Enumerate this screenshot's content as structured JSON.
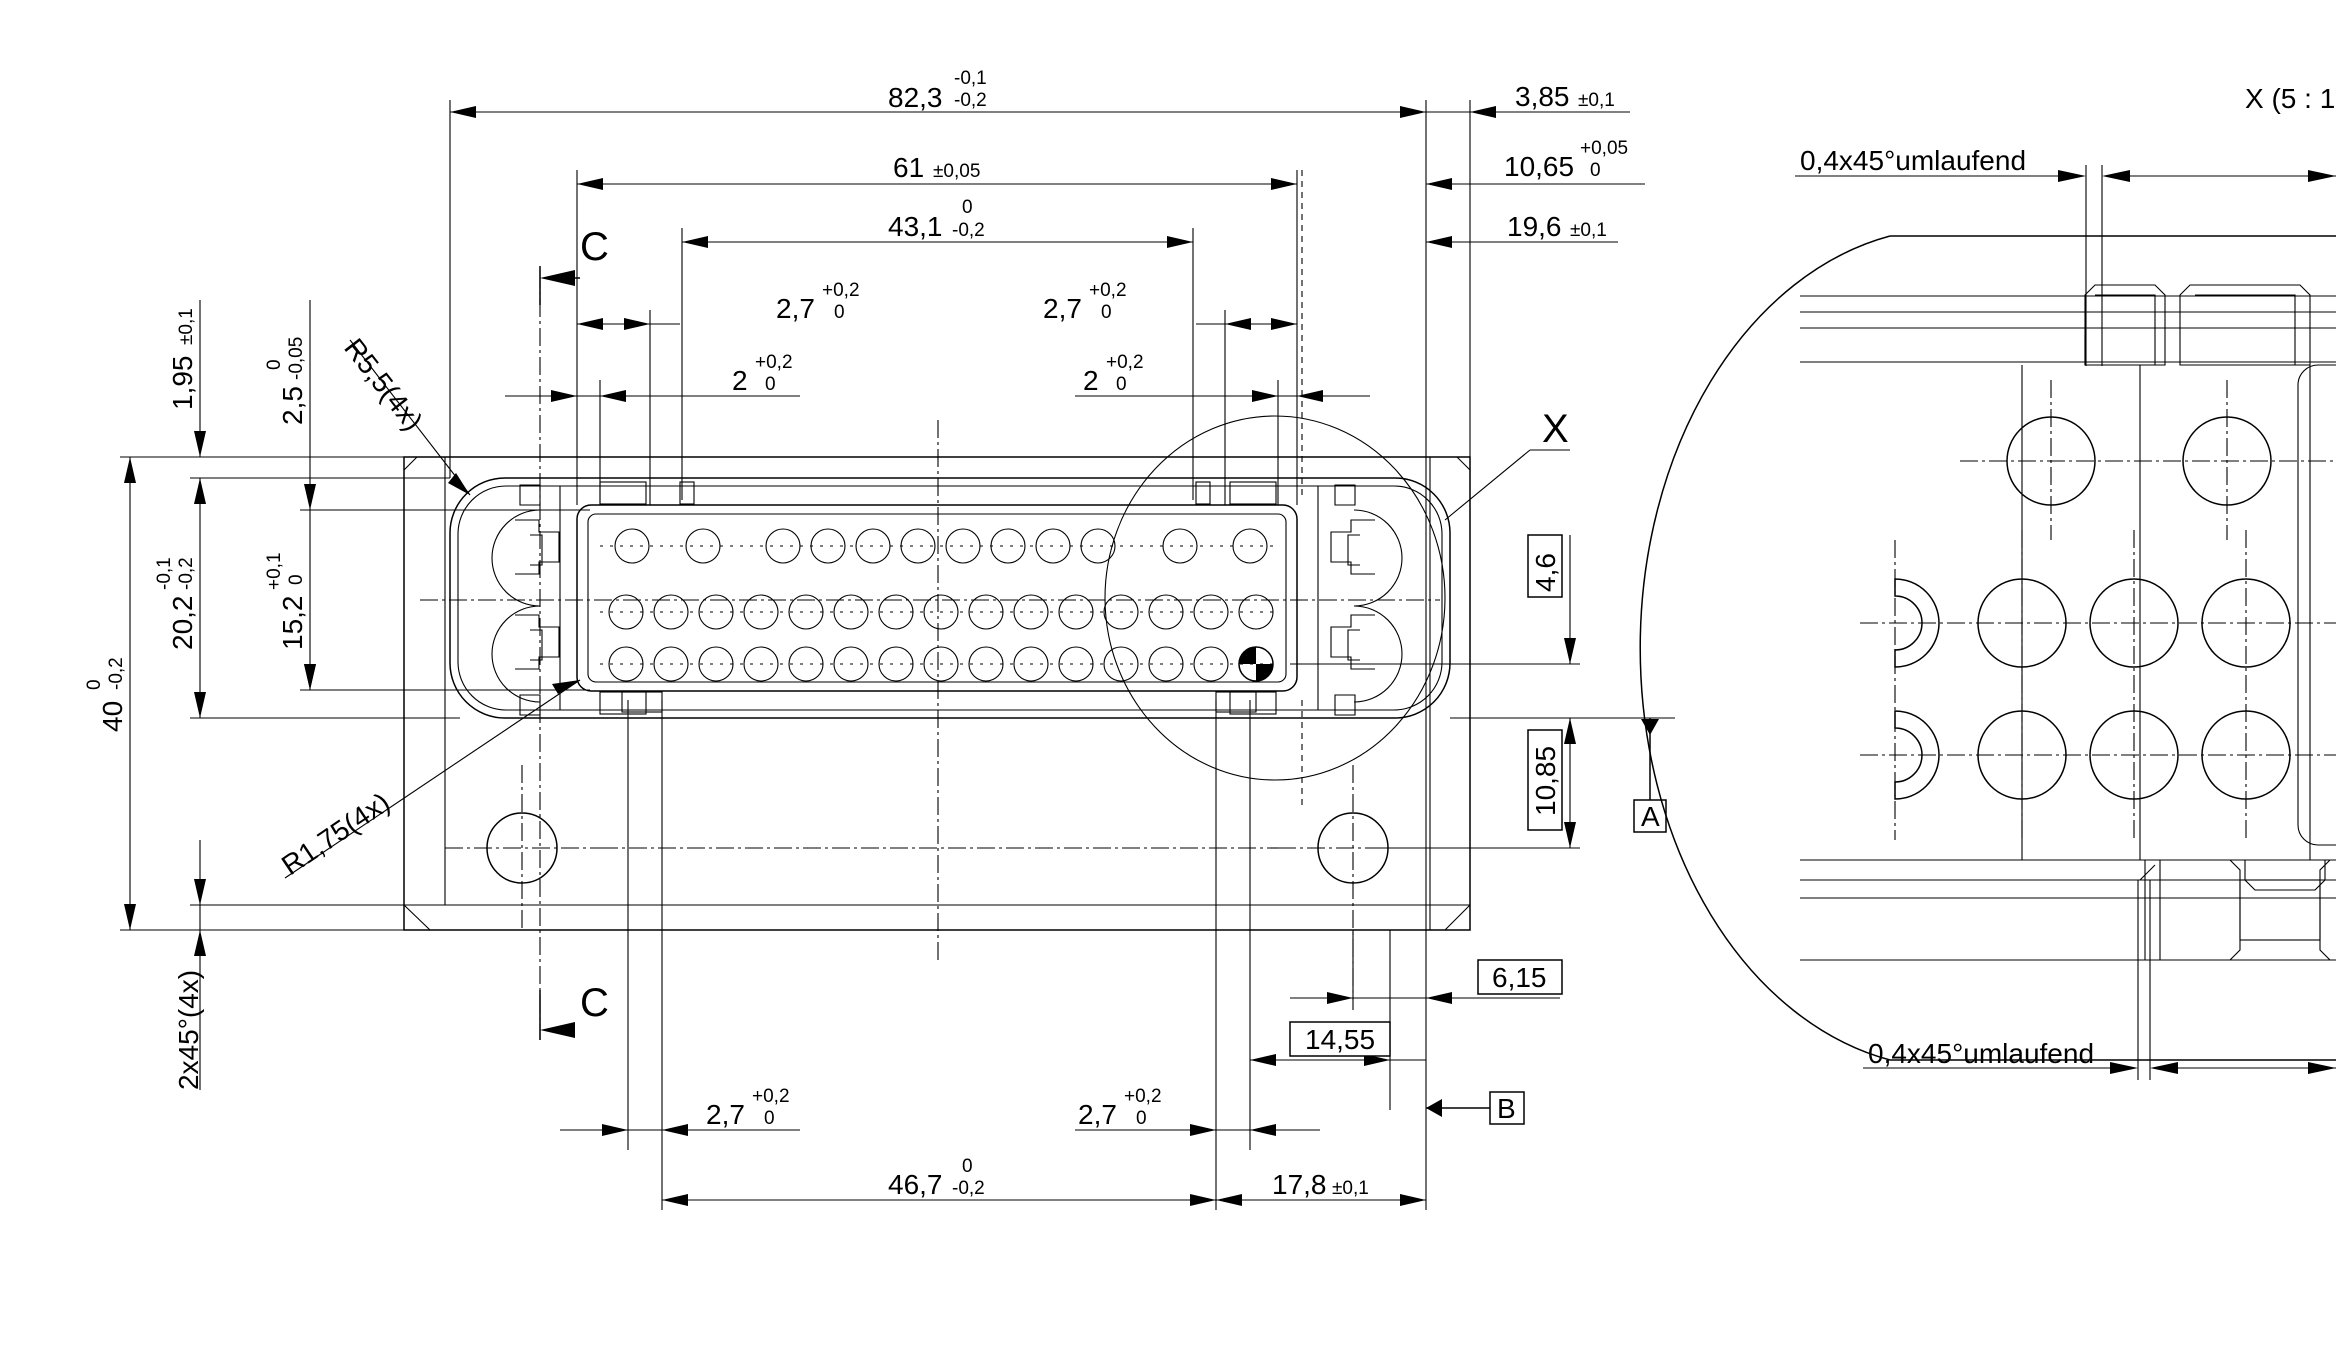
{
  "dimensions": {
    "d_82_3": {
      "value": "82,3",
      "tol_upper": "-0,1",
      "tol_lower": "-0,2"
    },
    "d_61": {
      "value": "61",
      "tol": "±0,05"
    },
    "d_43_1": {
      "value": "43,1",
      "tol_upper": "0",
      "tol_lower": "-0,2"
    },
    "d_2_7_a": {
      "value": "2,7",
      "tol_upper": "+0,2",
      "tol_lower": "0"
    },
    "d_2_7_b": {
      "value": "2,7",
      "tol_upper": "+0,2",
      "tol_lower": "0"
    },
    "d_2_a": {
      "value": "2",
      "tol_upper": "+0,2",
      "tol_lower": "0"
    },
    "d_2_b": {
      "value": "2",
      "tol_upper": "+0,2",
      "tol_lower": "0"
    },
    "d_3_85": {
      "value": "3,85",
      "tol": "±0,1"
    },
    "d_10_65": {
      "value": "10,65",
      "tol_upper": "+0,05",
      "tol_lower": "0"
    },
    "d_19_6": {
      "value": "19,6",
      "tol": "±0,1"
    },
    "d_1_95": {
      "value": "1,95",
      "tol": "±0,1"
    },
    "d_2_5": {
      "value": "2,5",
      "tol_upper": "0",
      "tol_lower": "-0,05"
    },
    "d_20_2": {
      "value": "20,2",
      "tol_upper": "-0,1",
      "tol_lower": "-0,2"
    },
    "d_15_2": {
      "value": "15,2",
      "tol_upper": "+0,1",
      "tol_lower": "0"
    },
    "d_40": {
      "value": "40",
      "tol_upper": "0",
      "tol_lower": "-0,2"
    },
    "d_chamfer": {
      "value": "2x45°(4x)"
    },
    "r_5_5": {
      "value": "R5,5(4x)"
    },
    "r_1_75": {
      "value": "R1,75(4x)"
    },
    "d_4_6": {
      "value": "4,6"
    },
    "d_10_85": {
      "value": "10,85"
    },
    "d_6_15": {
      "value": "6,15"
    },
    "d_14_55": {
      "value": "14,55"
    },
    "d_2_7_c": {
      "value": "2,7",
      "tol_upper": "+0,2",
      "tol_lower": "0"
    },
    "d_2_7_d": {
      "value": "2,7",
      "tol_upper": "+0,2",
      "tol_lower": "0"
    },
    "d_46_7": {
      "value": "46,7",
      "tol_upper": "0",
      "tol_lower": "-0,2"
    },
    "d_17_8": {
      "value": "17,8",
      "tol": "±0,1"
    }
  },
  "labels": {
    "section_c_top": "C",
    "section_c_bottom": "C",
    "detail_marker": "X",
    "datum_a": "A",
    "datum_b": "B"
  },
  "detail_view": {
    "title": "X  (5 : 1",
    "chamfer_top": "0,4x45°umlaufend",
    "chamfer_bottom": "0,4x45°umlaufend"
  }
}
